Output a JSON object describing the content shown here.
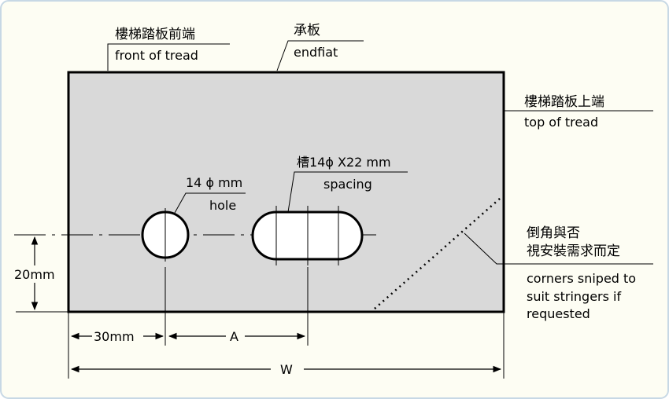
{
  "colors": {
    "background_outer": "#fdfdf3",
    "border_outer": "#c7d8e5",
    "plate_fill": "#d9d9d9",
    "plate_border": "#000000",
    "hole_fill": "#ffffff",
    "line": "#000000"
  },
  "labels": {
    "front_cn": "樓梯踏板前端",
    "front_en": "front of tread",
    "endplate_cn": "承板",
    "endplate_en": "endfiat",
    "top_cn": "樓梯踏板上端",
    "top_en": "top of tread",
    "slot_title": "槽14ϕ  X22 mm",
    "slot_en": "spacing",
    "hole_title": "14 ϕ mm",
    "hole_en": "hole",
    "corners_cn_1": "倒角與否",
    "corners_cn_2": "視安裝需求而定",
    "corners_en_1": "corners sniped to",
    "corners_en_2": "suit stringers if",
    "corners_en_3": "requested"
  },
  "dimensions": {
    "height_label": "20mm",
    "offset_label": "30mm",
    "spacing_label": "A",
    "width_label": "W"
  }
}
